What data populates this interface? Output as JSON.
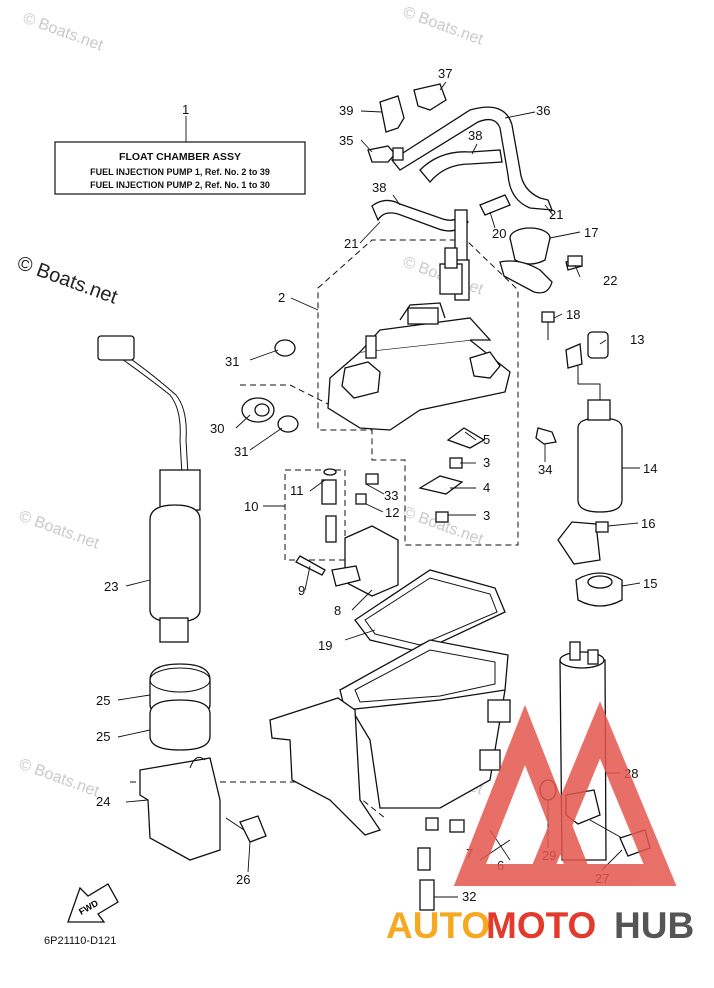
{
  "title_box": {
    "heading": "FLOAT CHAMBER ASSY",
    "line1": "FUEL INJECTION PUMP 1,  Ref. No. 2 to 39",
    "line2": "FUEL INJECTION PUMP 2,  Ref. No. 1 to 30"
  },
  "callouts": [
    "1",
    "2",
    "3",
    "3",
    "4",
    "5",
    "6",
    "7",
    "8",
    "9",
    "10",
    "11",
    "12",
    "13",
    "14",
    "15",
    "16",
    "17",
    "18",
    "19",
    "20",
    "21",
    "21",
    "22",
    "23",
    "24",
    "25",
    "25",
    "26",
    "27",
    "28",
    "29",
    "30",
    "31",
    "31",
    "32",
    "33",
    "34",
    "35",
    "36",
    "37",
    "38",
    "38",
    "39"
  ],
  "watermark": "© Boats.net",
  "diagram_code": "6P21110-D121",
  "fwd_label": "FWD",
  "brand": {
    "part1": "AUTO",
    "part2": "MOTO",
    "part3": "HUB",
    "color1": "#f6a821",
    "color2": "#e23a2c",
    "color3": "#555555"
  },
  "colors": {
    "logo_triangle": "#e4574d"
  }
}
